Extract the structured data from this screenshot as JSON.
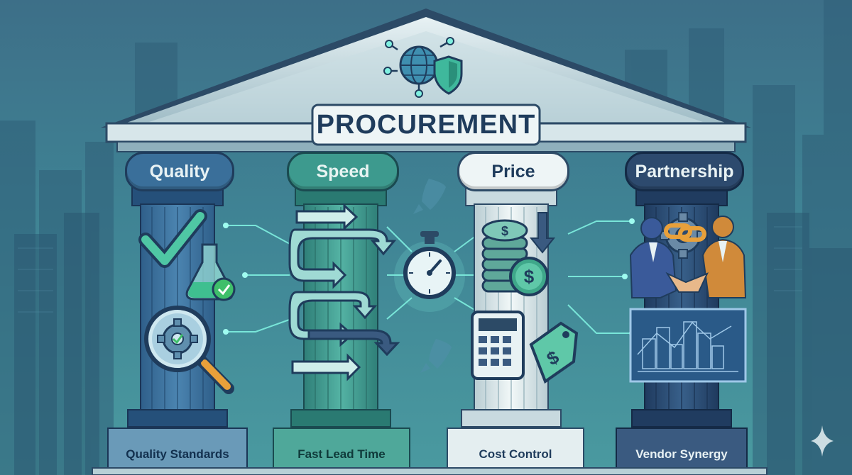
{
  "title": "PROCUREMENT",
  "pillars": [
    {
      "label": "Quality",
      "base": "Quality Standards"
    },
    {
      "label": "Speed",
      "base": "Fast Lead Time"
    },
    {
      "label": "Price",
      "base": "Cost Control"
    },
    {
      "label": "Partnership",
      "base": "Vendor Synergy"
    }
  ],
  "icons": {
    "roof": "globe-shield-icon",
    "quality": [
      "checkmark-icon",
      "flask-icon",
      "magnifier-gear-icon"
    ],
    "speed": [
      "arrows-flow-icon",
      "stopwatch-icon",
      "rocket-icon"
    ],
    "price": [
      "coin-stack-icon",
      "dollar-coin-icon",
      "calculator-icon",
      "price-tag-icon"
    ],
    "partnership": [
      "handshake-icon",
      "gear-link-icon",
      "chart-board-icon"
    ]
  },
  "colors": {
    "quality": "#3a6f9a",
    "speed": "#3d9a8e",
    "price": "#e4eef0",
    "partnership": "#2d4a6e",
    "title": "#1f3c5c",
    "glow": "#7ff0e0"
  }
}
